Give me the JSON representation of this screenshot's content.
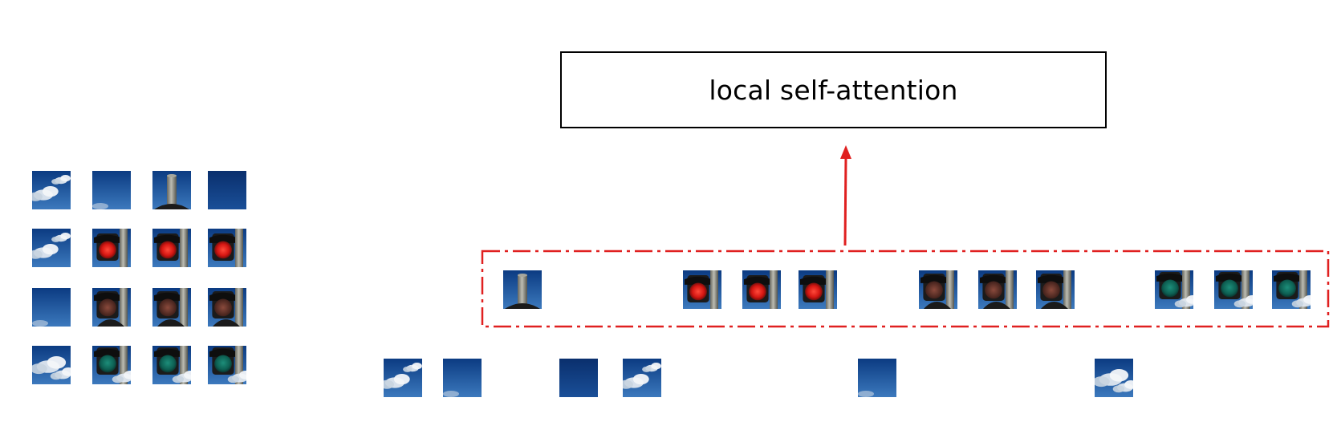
{
  "diagram": {
    "module_label": "local self-attention",
    "colors": {
      "arrow": "#e02020",
      "selection_border": "#e02020",
      "box_border": "#000000",
      "sky_dark": "#0d3f86",
      "sky_mid": "#2a64ad",
      "cloud": "#dfe7ef",
      "pole": "#8f8f83",
      "housing": "#1b1b1b",
      "red_light": "#e11d1d",
      "dim_red_light": "#6b2a24",
      "green_light": "#0f6b5e"
    },
    "image_grid": {
      "rows": 4,
      "cols": 4,
      "patch_icons": [
        [
          "sky-cloud-patch-icon",
          "sky-patch-icon",
          "pole-top-patch-icon",
          "dark-sky-patch-icon"
        ],
        [
          "sky-cloud-patch-icon",
          "red-light-patch-icon",
          "red-light-patch-icon",
          "red-light-patch-icon"
        ],
        [
          "sky-patch-icon",
          "amber-light-patch-icon",
          "amber-light-patch-icon",
          "amber-light-patch-icon"
        ],
        [
          "cloud-patch-icon",
          "green-light-patch-icon",
          "green-light-patch-icon",
          "green-light-patch-icon"
        ]
      ]
    },
    "selected_sequence": {
      "patch_icons": [
        "pole-top-patch-icon",
        "red-light-patch-icon",
        "red-light-patch-icon",
        "red-light-patch-icon",
        "amber-light-patch-icon",
        "amber-light-patch-icon",
        "amber-light-patch-icon",
        "green-light-patch-icon",
        "green-light-patch-icon",
        "green-light-patch-icon"
      ]
    },
    "unselected_sequence": {
      "patch_icons": [
        "sky-cloud-patch-icon",
        "sky-patch-icon",
        "dark-sky-patch-icon",
        "sky-cloud-patch-icon",
        "sky-patch-icon",
        "cloud-patch-icon"
      ]
    }
  }
}
